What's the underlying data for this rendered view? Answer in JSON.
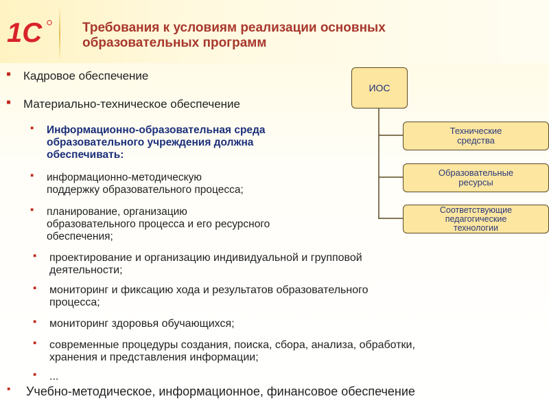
{
  "header": {
    "logo_text": "1С",
    "title_line1": "Требования к условиям реализации основных",
    "title_line2": "образовательных программ"
  },
  "bullets": {
    "b1": "Кадровое обеспечение",
    "b2": "Материально-техническое обеспечение",
    "ios_env": [
      "Информационно-образовательная среда",
      "образовательного учреждения должна",
      "обеспечивать:"
    ],
    "sub1": [
      "информационно-методическую",
      "поддержку образовательного процесса;"
    ],
    "sub2": [
      "планирование, организацию",
      "образовательного процесса и его ресурсного",
      "обеспечения;"
    ],
    "sub3": [
      "проектирование и организацию индивидуальной и групповой",
      "деятельности;"
    ],
    "sub4": [
      "мониторинг и фиксацию хода и результатов образовательного",
      "процесса;"
    ],
    "sub5": [
      "мониторинг здоровья обучающихся;"
    ],
    "sub6": [
      "современные процедуры создания, поиска, сбора, анализа, обработки,",
      "хранения и представления информации;"
    ],
    "sub7": [
      "..."
    ],
    "last": "Учебно-методическое, информационное, финансовое обеспечение"
  },
  "diagram": {
    "root": "ИОС",
    "children": [
      [
        "Технические",
        "средства"
      ],
      [
        "Образовательные",
        "ресурсы"
      ],
      [
        "Соответствующие",
        "педагогические",
        "технологии"
      ]
    ]
  },
  "colors": {
    "title": "#a8372c",
    "bullet_marker": "#c0271a",
    "ios_text": "#1b2f7a",
    "box_fill": "#fde6a0",
    "logo_red": "#d8232a"
  },
  "icons": {
    "logo": "1c-logo",
    "bullet": "square-bullet"
  }
}
